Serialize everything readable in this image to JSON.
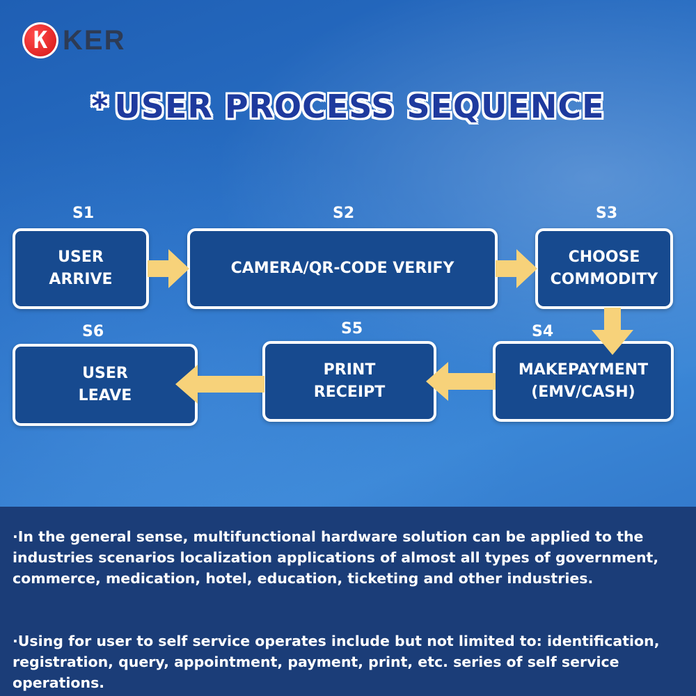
{
  "brand": {
    "logo_letter": "K",
    "logo_text": "KER"
  },
  "title": {
    "star": "*",
    "text": "USER PROCESS SEQUENCE"
  },
  "steps": [
    {
      "id": "S1",
      "lines": [
        "USER",
        "ARRIVE"
      ]
    },
    {
      "id": "S2",
      "lines": [
        "CAMERA/QR-CODE VERIFY"
      ]
    },
    {
      "id": "S3",
      "lines": [
        "CHOOSE",
        "COMMODITY"
      ]
    },
    {
      "id": "S4",
      "lines": [
        "MAKEPAYMENT",
        "(EMV/CASH)"
      ]
    },
    {
      "id": "S5",
      "lines": [
        "PRINT",
        "RECEIPT"
      ]
    },
    {
      "id": "S6",
      "lines": [
        "USER",
        "LEAVE"
      ]
    }
  ],
  "paragraphs": [
    "·In the general sense, multifunctional hardware solution can be applied to the industries scenarios localization applications of almost all types of government, commerce, medication, hotel, education, ticketing and other industries.",
    "·Using for user to self service operates include but not limited to: identification, registration, query, appointment, payment, print, etc. series of self service operations."
  ],
  "colors": {
    "box_fill": "#174a8f",
    "box_border": "#ffffff",
    "arrow": "#f7d27a",
    "title": "#1e3a9e",
    "logo_red": "#d01010"
  }
}
